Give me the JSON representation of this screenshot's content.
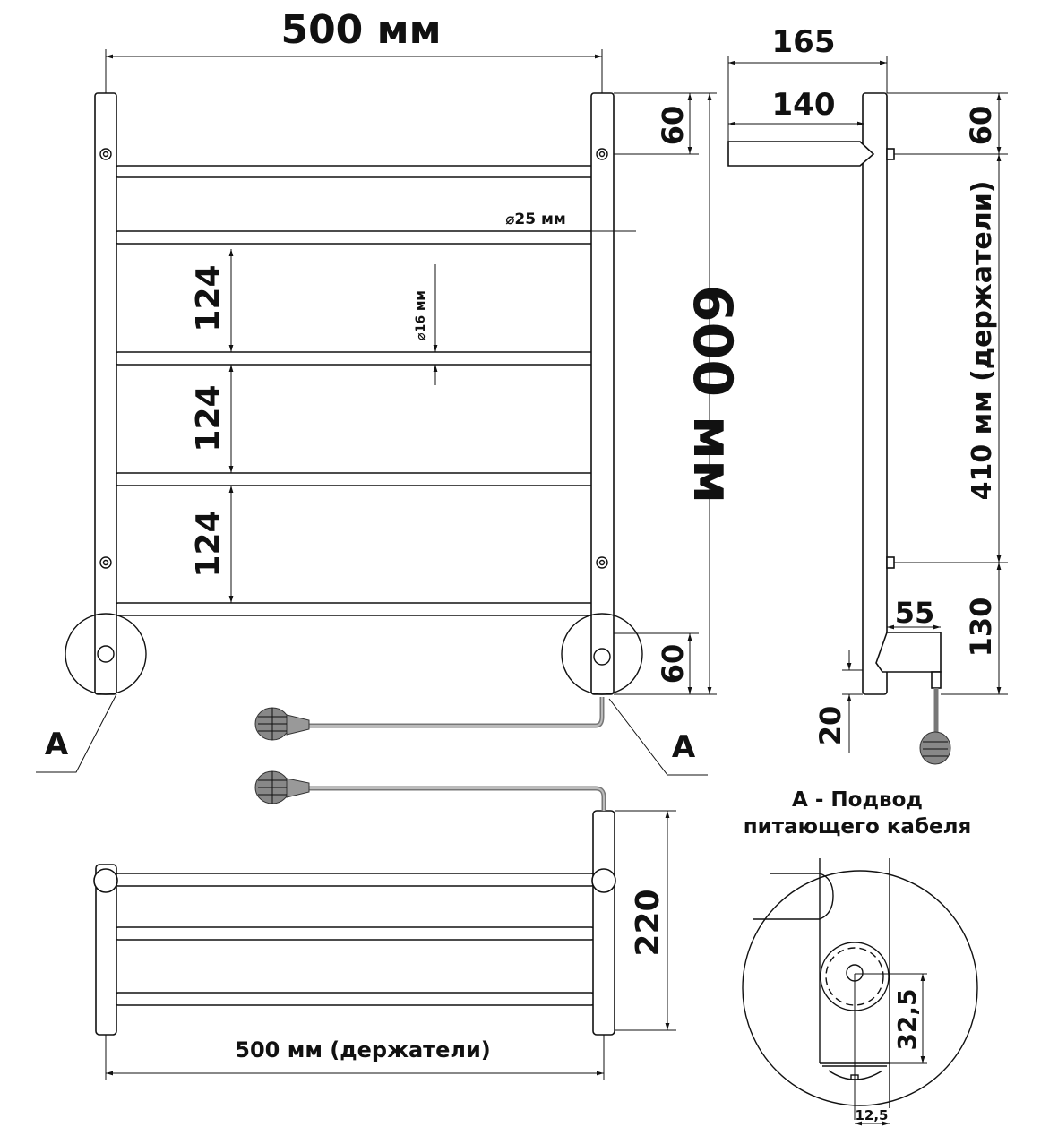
{
  "front_view": {
    "width_label": "500 мм",
    "height_label": "600 мм",
    "top_offset_label": "60",
    "bottom_offset_label": "60",
    "pitch_labels": [
      "124",
      "124",
      "124"
    ],
    "tube_diameter_label": "⌀25 мм",
    "rung_diameter_label": "⌀16 мм",
    "callout_left": "А",
    "callout_right": "А"
  },
  "side_view": {
    "depth_label": "165",
    "arm_label": "140",
    "top_offset_label": "60",
    "holders_label": "410 мм (держатели)",
    "bottom_label": "130",
    "cable_offset_label": "55",
    "bottom_gap_label": "20"
  },
  "top_view": {
    "depth_label": "220",
    "holders_width_label": "500 мм (держатели)"
  },
  "detail": {
    "title_line1": "А - Подвод",
    "title_line2": "питающего кабеля",
    "vertical_label": "32,5",
    "horizontal_label": "12,5"
  }
}
